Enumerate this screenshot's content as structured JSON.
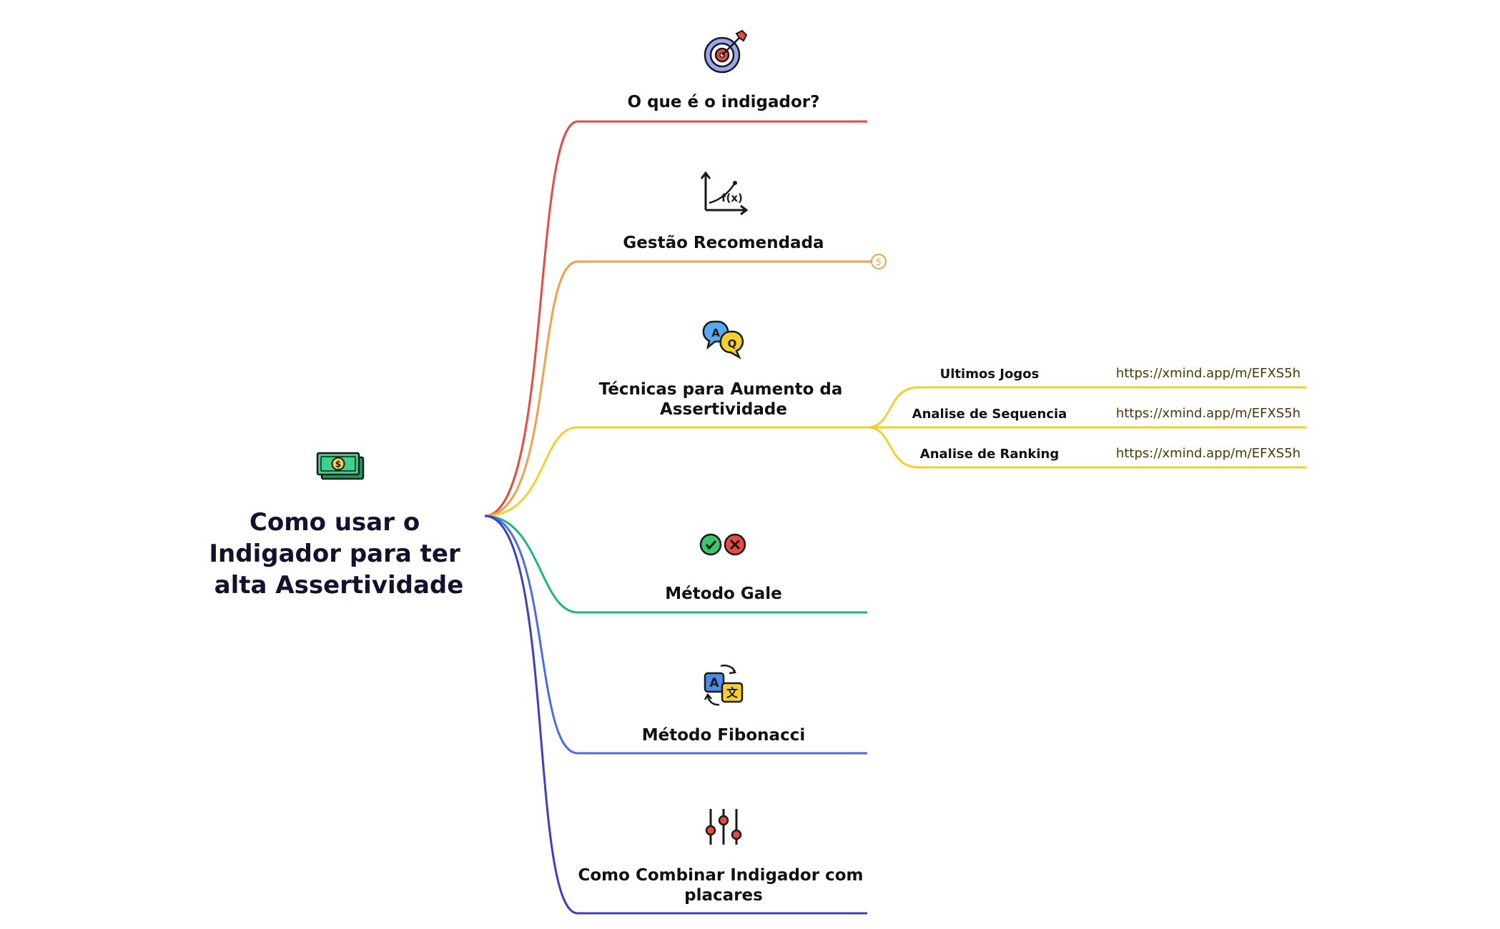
{
  "central_topic": {
    "lines": [
      "Como usar o",
      "Indigador para ter",
      "alta Assertividade"
    ],
    "icon": "money-icon"
  },
  "branches": [
    {
      "id": "indicador",
      "lines": [
        "O que é o indigador?"
      ],
      "icon": "target-icon",
      "color": "#e84a3f"
    },
    {
      "id": "gestao",
      "lines": [
        "Gestão Recomendada"
      ],
      "icon": "function-graph-icon",
      "color": "#f0a04b",
      "collapsed_count": "5"
    },
    {
      "id": "tecnicas",
      "lines": [
        "Técnicas para Aumento da",
        "Assertividade"
      ],
      "icon": "qa-chat-icon",
      "color": "#f5cf2e",
      "children": [
        {
          "label": "Ultimos Jogos",
          "link": "https://xmind.app/m/EFXS5h"
        },
        {
          "label": "Analise de Sequencia",
          "link": "https://xmind.app/m/EFXS5h"
        },
        {
          "label": "Analise de Ranking",
          "link": "https://xmind.app/m/EFXS5h"
        }
      ]
    },
    {
      "id": "gale",
      "lines": [
        "Método Gale"
      ],
      "icon": "check-cross-icon",
      "color": "#1fb57e"
    },
    {
      "id": "fibonacci",
      "lines": [
        "Método Fibonacci"
      ],
      "icon": "translate-icon",
      "color": "#4b6bea"
    },
    {
      "id": "combinar",
      "lines": [
        "Como Combinar Indigador com",
        "placares"
      ],
      "icon": "sliders-icon",
      "color": "#3c3fbf"
    }
  ]
}
